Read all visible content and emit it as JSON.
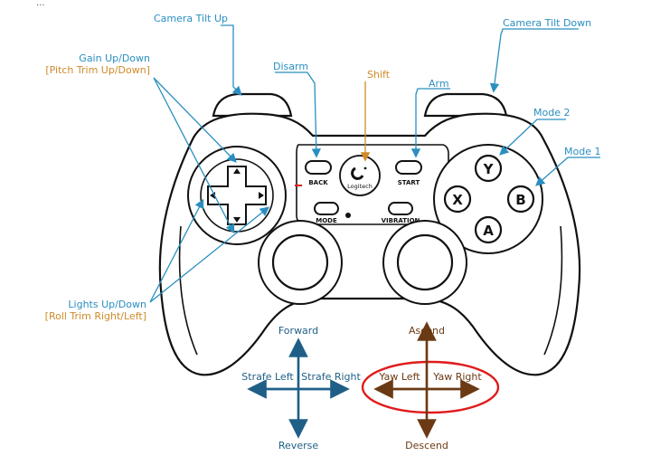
{
  "header": {
    "note": "..."
  },
  "labels": {
    "camera_tilt_up": "Camera Tilt Up",
    "camera_tilt_down": "Camera Tilt Down",
    "gain": "Gain Up/Down",
    "pitch_trim": "[Pitch Trim Up/Down]",
    "disarm": "Disarm",
    "shift": "Shift",
    "arm": "Arm",
    "mode2": "Mode 2",
    "mode1": "Mode 1",
    "lights": "Lights Up/Down",
    "roll_trim": "[Roll Trim Right/Left]",
    "forward": "Forward",
    "reverse": "Reverse",
    "strafe_left": "Strafe Left",
    "strafe_right": "Strafe Right",
    "ascend": "Ascend",
    "descend": "Descend",
    "yaw_left": "Yaw Left",
    "yaw_right": "Yaw Right"
  },
  "controller": {
    "back": "BACK",
    "start": "START",
    "mode": "MODE",
    "vibration": "VIBRATION",
    "brand": "Logitech",
    "buttons": {
      "y": "Y",
      "x": "X",
      "b": "B",
      "a": "A"
    }
  },
  "colors": {
    "callout_blue": "#2a8fc0",
    "callout_orange": "#d08a2a",
    "arrow_dark_blue": "#1f5f87",
    "arrow_brown": "#6b3a14",
    "highlight_ring": "#e01b1b"
  }
}
